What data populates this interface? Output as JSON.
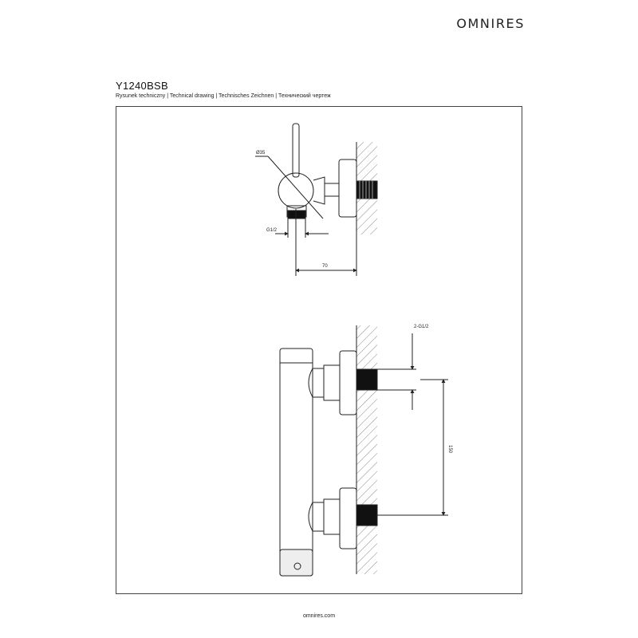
{
  "header": {
    "brand": "OMNIRES",
    "product_code": "Y1240BSB",
    "subtitle": "Rysunek techniczny | Technical drawing | Technisches Zeichnen | Технический чертеж"
  },
  "drawing": {
    "top_view": {
      "diameter_label": "Ø35",
      "thread_label": "G1/2",
      "depth_label": "70"
    },
    "front_view": {
      "thread_label": "2-G1/2",
      "spacing_label": "150"
    }
  },
  "footer": {
    "website": "omnires.com"
  }
}
